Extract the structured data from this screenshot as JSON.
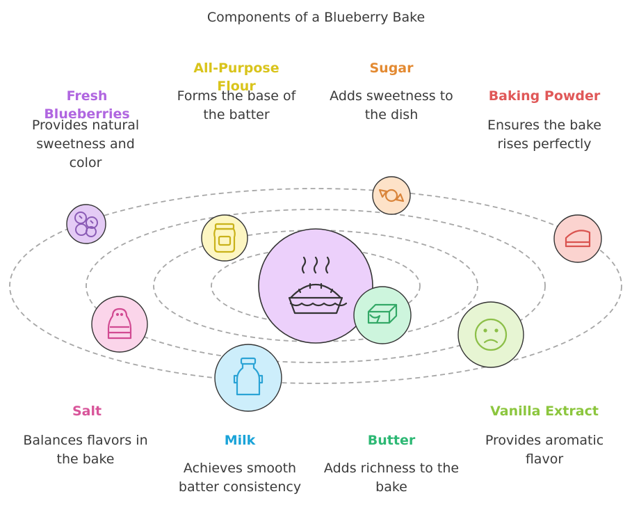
{
  "title": "Components of a Blueberry Bake",
  "center": {
    "icon": "pie-icon"
  },
  "components": [
    {
      "key": "blueberries",
      "label": "Fresh Blueberries",
      "desc": "Provides natural sweetness and color",
      "color": "#b066e0",
      "icon": "blueberries-icon",
      "fill": "#e4cbf5",
      "stroke": "#8a5bb5"
    },
    {
      "key": "flour",
      "label": "All-Purpose Flour",
      "desc": "Forms the base of the batter",
      "color": "#d9c41c",
      "icon": "flour-jar-icon",
      "fill": "#fdf6c2",
      "stroke": "#c9b21a"
    },
    {
      "key": "sugar",
      "label": "Sugar",
      "desc": "Adds sweetness to the dish",
      "color": "#e38a32",
      "icon": "candy-icon",
      "fill": "#fde2c8",
      "stroke": "#d9843a"
    },
    {
      "key": "baking_powder",
      "label": "Baking Powder",
      "desc": "Ensures the bake rises perfectly",
      "color": "#e05858",
      "icon": "cake-slice-icon",
      "fill": "#fbd3cf",
      "stroke": "#d9534f"
    },
    {
      "key": "salt",
      "label": "Salt",
      "desc": "Balances flavors in the bake",
      "color": "#d8559a",
      "icon": "salt-shaker-icon",
      "fill": "#fbd5ea",
      "stroke": "#d14a92"
    },
    {
      "key": "milk",
      "label": "Milk",
      "desc": "Achieves smooth batter consistency",
      "color": "#1aa3d8",
      "icon": "milk-can-icon",
      "fill": "#cdeefb",
      "stroke": "#2aa3d5"
    },
    {
      "key": "butter",
      "label": "Butter",
      "desc": "Adds richness to the bake",
      "color": "#2db874",
      "icon": "butter-icon",
      "fill": "#cdf5dd",
      "stroke": "#33a866"
    },
    {
      "key": "vanilla",
      "label": "Vanilla Extract",
      "desc": "Provides aromatic flavor",
      "color": "#8cc63e",
      "icon": "frown-face-icon",
      "fill": "#e7f5d3",
      "stroke": "#8cbf48"
    }
  ]
}
